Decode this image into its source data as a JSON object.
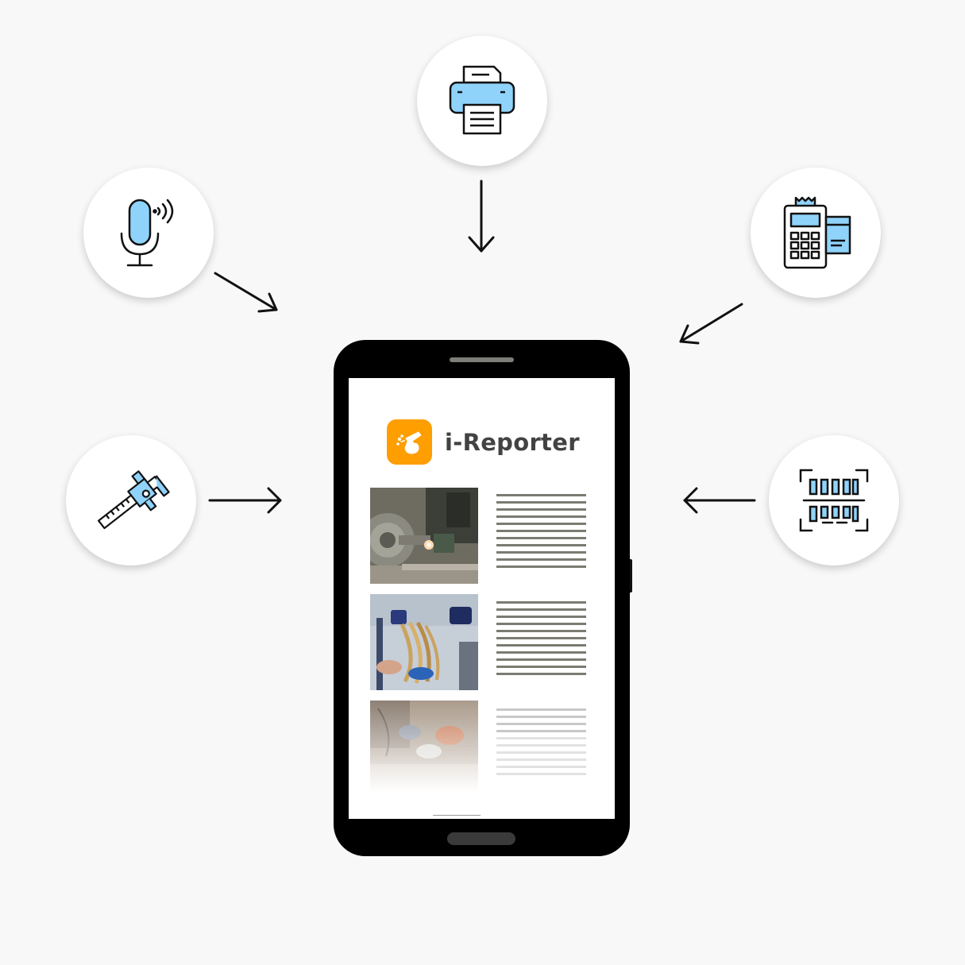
{
  "app": {
    "name": "i-Reporter",
    "logo_color": "#ff9e00"
  },
  "input_devices": [
    {
      "name": "printer",
      "icon": "printer-icon"
    },
    {
      "name": "microphone",
      "icon": "microphone-icon"
    },
    {
      "name": "payment-terminal",
      "icon": "payment-terminal-icon"
    },
    {
      "name": "caliper",
      "icon": "caliper-icon"
    },
    {
      "name": "barcode-scanner",
      "icon": "barcode-icon"
    }
  ],
  "colors": {
    "background": "#f8f8f8",
    "icon_fill": "#8fd3fa",
    "arrow": "#111111",
    "phone_body": "#000000"
  },
  "report_items": [
    {
      "image": "lathe-machine-photo"
    },
    {
      "image": "cable-assembly-photo"
    },
    {
      "image": "workshop-photo"
    }
  ]
}
